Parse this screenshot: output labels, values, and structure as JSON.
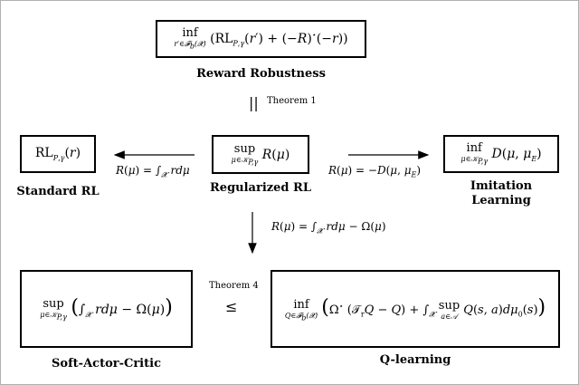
{
  "labels": {
    "reward_robustness": "Reward Robustness",
    "standard_rl": "Standard RL",
    "regularized_rl": "Regularized RL",
    "imitation_learning": "Imitation Learning",
    "soft_actor_critic": "Soft-Actor-Critic",
    "q_learning": "Q-learning"
  },
  "notes": {
    "theorem_1": "Theorem 1",
    "theorem_4": "Theorem 4"
  },
  "relations": {
    "equality_top": "||",
    "inequality_bottom": "≤"
  }
}
